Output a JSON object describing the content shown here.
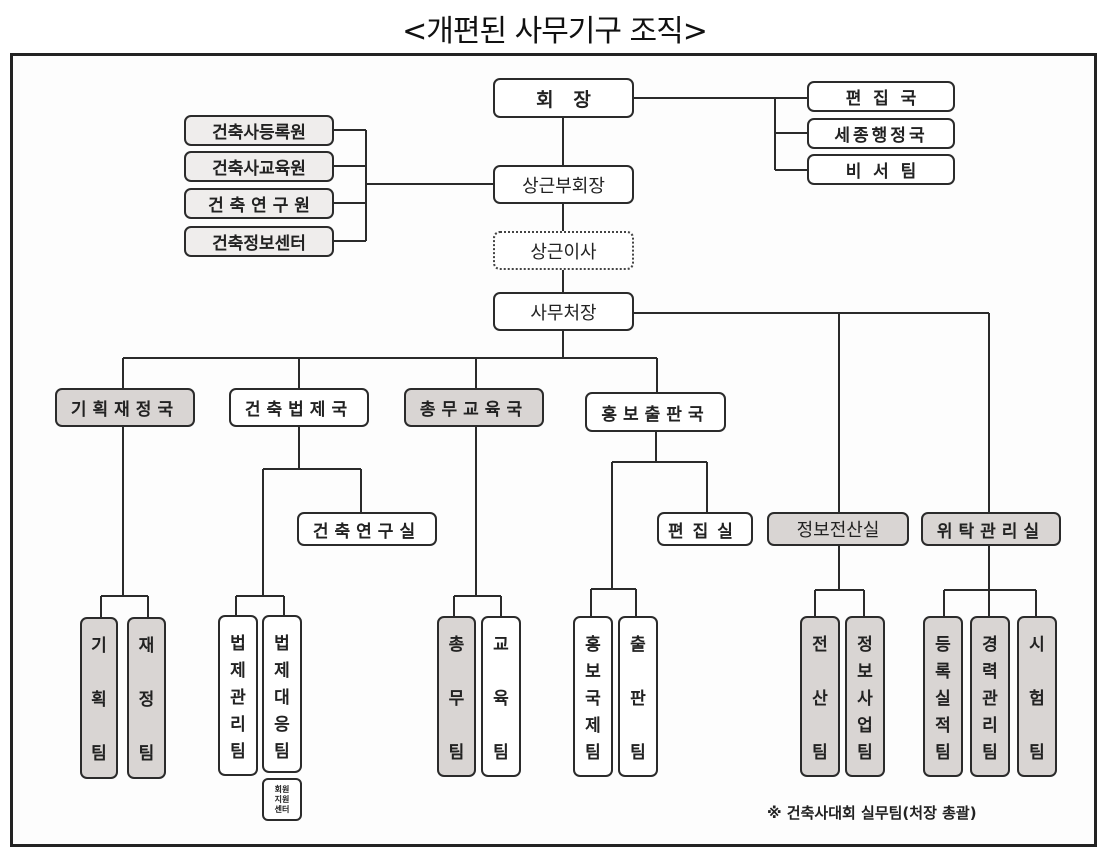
{
  "title": "<개편된 사무기구 조직>",
  "colors": {
    "gray_fill": "#d9d5d3",
    "light_fill": "#efedec",
    "white_fill": "#ffffff",
    "line": "#2b2b2b"
  },
  "top": {
    "chairman": "회   장",
    "vice_chairman": "상근부회장",
    "executive_director": "상근이사",
    "secretary_general": "사무처장"
  },
  "chairman_units": [
    "편  집  국",
    "세종행정국",
    "비  서  팀"
  ],
  "institutes": [
    "건축사등록원",
    "건축사교육원",
    "건 축 연 구 원",
    "건축정보센터"
  ],
  "bureaus": [
    {
      "name": "기획재정국",
      "sub_office": null,
      "teams": [
        "기\n\n획\n\n팀",
        "재\n\n정\n\n팀"
      ]
    },
    {
      "name": "건축법제국",
      "sub_office": "건축연구실",
      "teams": [
        "법\n제\n관\n리\n팀",
        "법\n제\n대\n응\n팀"
      ],
      "extra": "회원\n지원\n센터"
    },
    {
      "name": "총무교육국",
      "sub_office": null,
      "teams": [
        "총\n\n무\n\n팀",
        "교\n\n육\n\n팀"
      ]
    },
    {
      "name": "홍보출판국",
      "sub_office": "편집실",
      "teams": [
        "홍\n보\n국\n제\n팀",
        "출\n\n판\n\n팀"
      ]
    },
    {
      "name": "정보전산실",
      "sub_office": null,
      "teams": [
        "전\n\n산\n\n팀",
        "정\n보\n사\n업\n팀"
      ]
    },
    {
      "name": "위탁관리실",
      "sub_office": null,
      "teams": [
        "등\n록\n실\n적\n팀",
        "경\n력\n관\n리\n팀",
        "시\n\n험\n\n팀"
      ]
    }
  ],
  "note": "※ 건축사대회 실무팀(처장 총괄)"
}
